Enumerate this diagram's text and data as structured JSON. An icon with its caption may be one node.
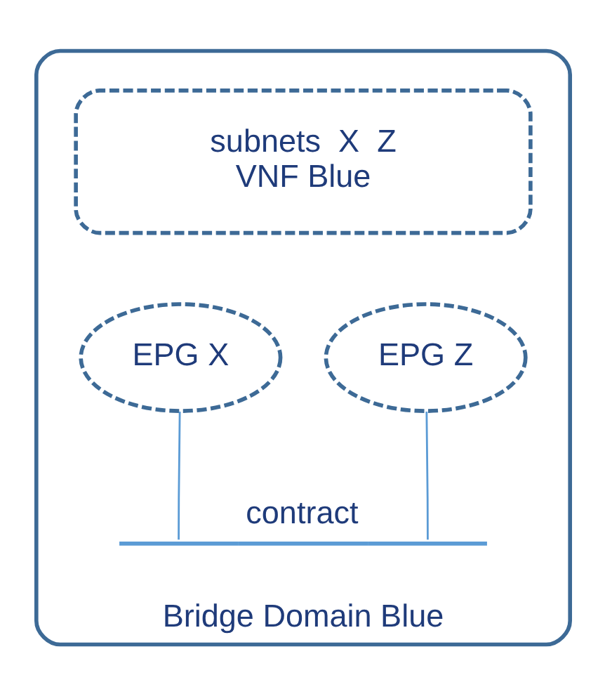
{
  "diagram": {
    "nodes": [
      {
        "text": [
          "Bridge Domain Blue"
        ]
      },
      {
        "text": [
          "subnets  X  Z",
          "VNF Blue"
        ],
        "in": 0
      },
      {
        "text": [
          "EPG X"
        ],
        "in": 0
      },
      {
        "text": [
          "EPG Z"
        ],
        "in": 0
      },
      {
        "text": [],
        "shape": "bar",
        "in": 0,
        "beside": [
          "contract"
        ]
      }
    ],
    "edges": [
      {
        "from": 2,
        "to": 4,
        "arrow": "none"
      },
      {
        "from": 3,
        "to": 4,
        "arrow": "none"
      }
    ]
  }
}
